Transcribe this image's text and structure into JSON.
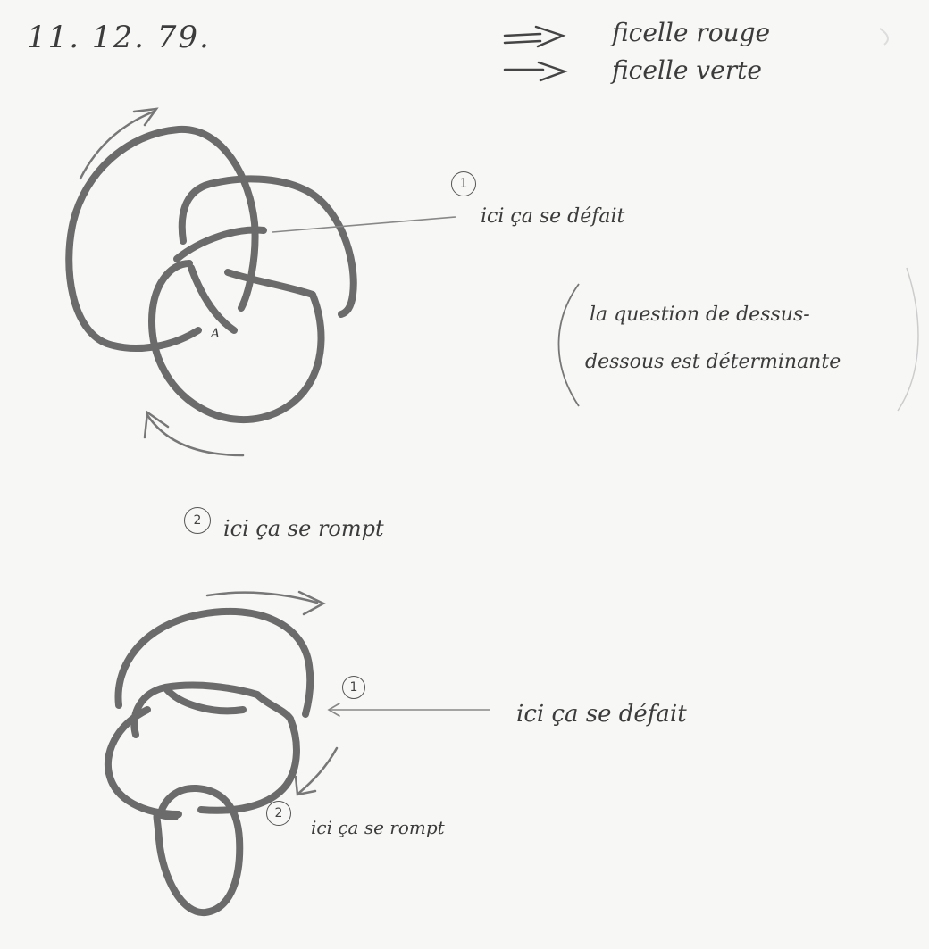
{
  "header": {
    "date": "11. 12. 79."
  },
  "legend": {
    "red_string": "ficelle rouge",
    "green_string": "ficelle verte"
  },
  "knot_top": {
    "marker_1": "1",
    "label_1": "ici ça se défait",
    "note_line_1": "la question de dessus-",
    "note_line_2": "dessous est déterminante",
    "crossing_mark": "A",
    "marker_2": "2",
    "label_2": "ici ça se rompt"
  },
  "knot_bottom": {
    "marker_1": "1",
    "label_1": "ici ça se défait",
    "marker_2": "2",
    "label_2": "ici ça se rompt"
  },
  "colors": {
    "paper": "#f7f7f5",
    "strand": "#6b6b6b",
    "ink": "#3c3c3c"
  }
}
